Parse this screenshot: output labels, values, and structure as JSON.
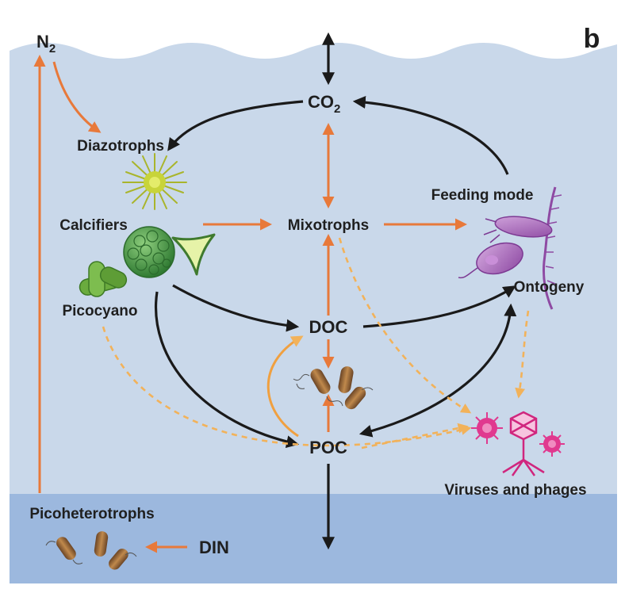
{
  "panel_label": "b",
  "nodes": {
    "n2": {
      "main": "N",
      "sub": "2"
    },
    "co2": {
      "main": "CO",
      "sub": "2"
    },
    "diazotrophs": "Diazotrophs",
    "calcifiers": "Calcifiers",
    "picocyano": "Picocyano",
    "mixotrophs": "Mixotrophs",
    "feeding_mode": "Feeding mode",
    "ontogeny": "Ontogeny",
    "doc": "DOC",
    "poc": "POC",
    "viruses": "Viruses and phages",
    "picoheterotrophs": "Picoheterotrophs",
    "din": "DIN"
  },
  "colors": {
    "sky": "#ffffff",
    "water": "#c9d8ea",
    "deep_water": "#9cb8de",
    "black_arrow": "#1a1a1a",
    "orange_arrow": "#e8793a",
    "dashed_arrow": "#f2b25a",
    "diazotroph": "#c8d43a",
    "calcifier": "#4f9a44",
    "picocyano": "#6aab3e",
    "mixotroph_purple": "#a05bb0",
    "virus_pink": "#e0398f",
    "bacteria_brown": "#8a5a34"
  }
}
